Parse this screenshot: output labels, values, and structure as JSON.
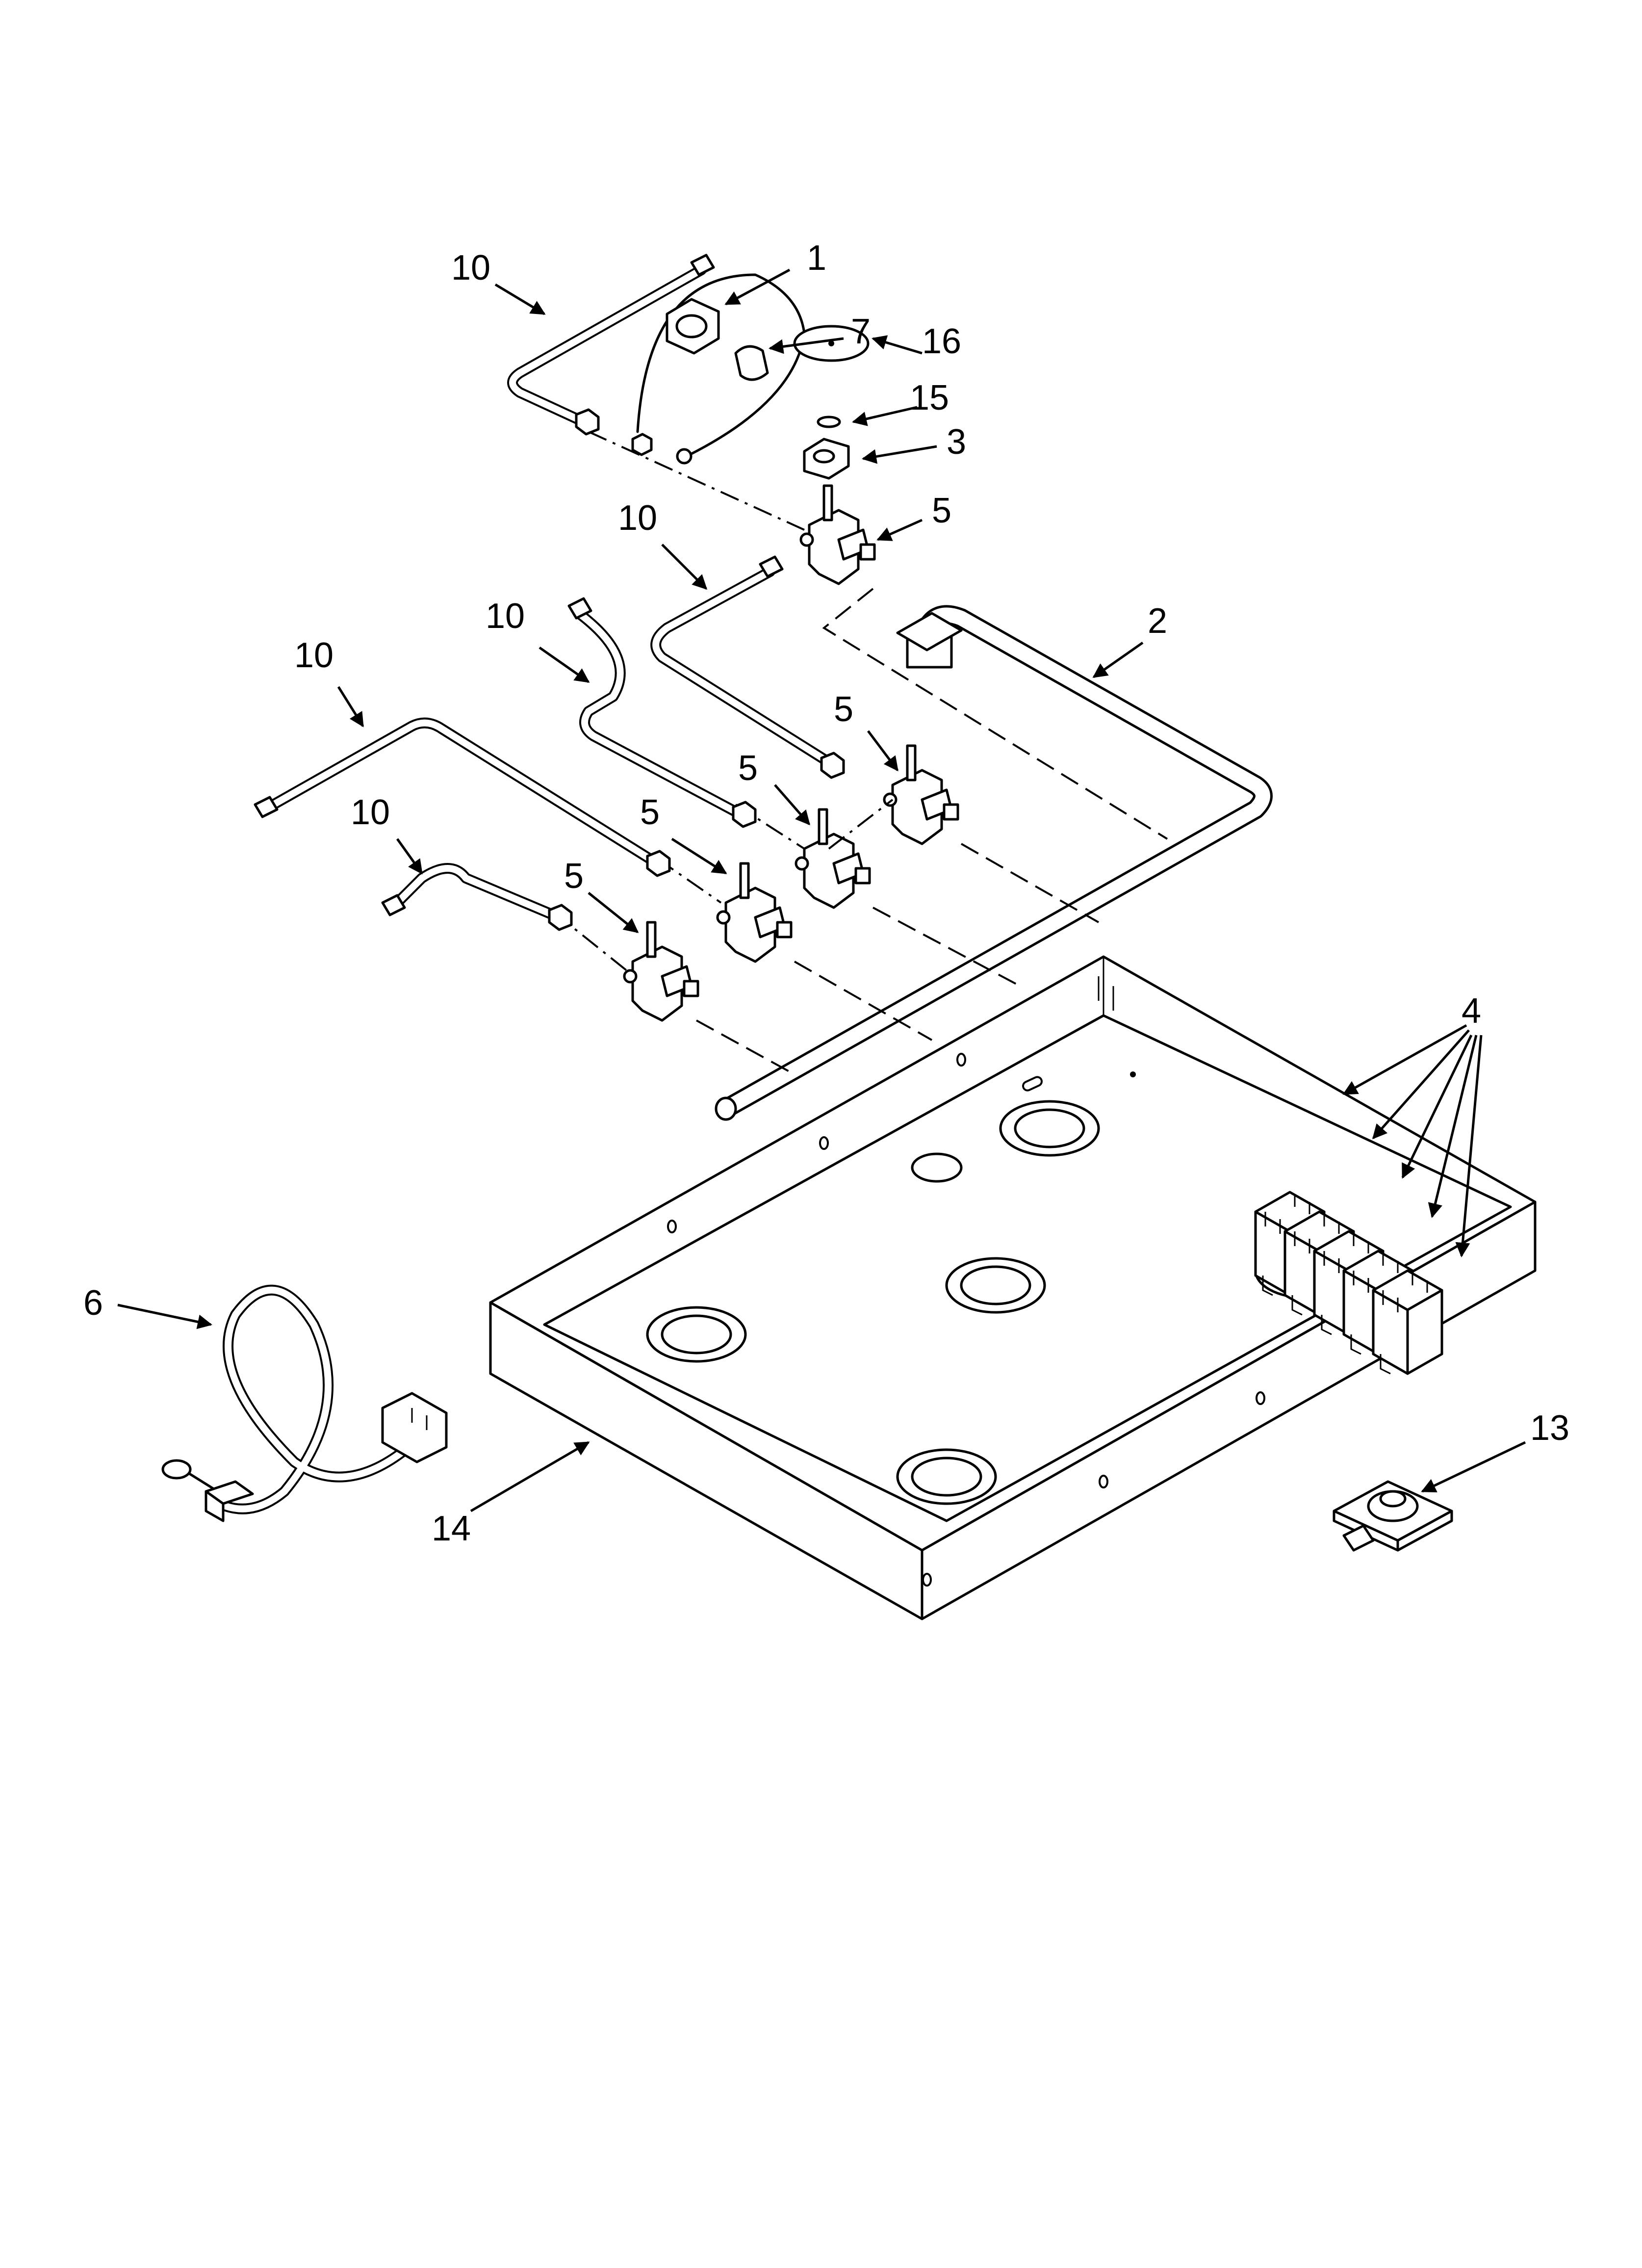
{
  "callouts": {
    "c1": "1",
    "c2": "2",
    "c3": "3",
    "c4": "4",
    "c5": "5",
    "c6": "6",
    "c7": "7",
    "c10": "10",
    "c13": "13",
    "c14": "14",
    "c15": "15",
    "c16": "16"
  }
}
